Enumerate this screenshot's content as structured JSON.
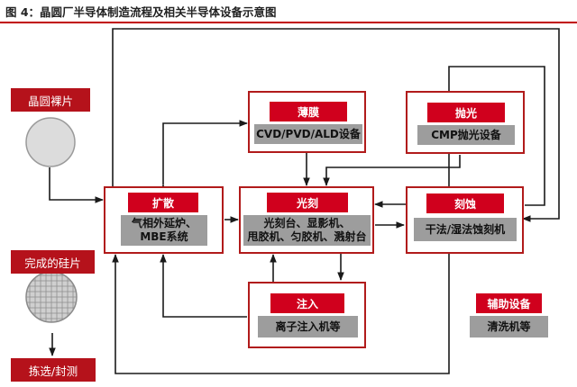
{
  "title": "图 4：晶圆厂半导体制造流程及相关半导体设备示意图",
  "side": {
    "raw_wafer": "晶圆裸片",
    "finished_wafer": "完成的硅片",
    "test": "拣选/封测"
  },
  "boxes": {
    "film": {
      "title": "薄膜",
      "equipment": "CVD/PVD/ALD设备"
    },
    "polish": {
      "title": "抛光",
      "equipment": "CMP抛光设备"
    },
    "diffusion": {
      "title": "扩散",
      "equipment_line1": "气相外延炉、",
      "equipment_line2": "MBE系统"
    },
    "litho": {
      "title": "光刻",
      "equipment_line1": "光刻台、显影机、",
      "equipment_line2": "甩胶机、匀胶机、溅射台"
    },
    "etch": {
      "title": "刻蚀",
      "equipment": "干法/湿法蚀刻机"
    },
    "implant": {
      "title": "注入",
      "equipment": "离子注入机等"
    },
    "aux": {
      "title": "辅助设备",
      "equipment": "清洗机等"
    }
  },
  "colors": {
    "frame": "#b11b1b",
    "title_fill": "#d0001d",
    "equipment_fill": "#9d9d9d",
    "side_fill": "#b5121b",
    "arrow": "#1a1a1a",
    "rule": "#c00000"
  }
}
